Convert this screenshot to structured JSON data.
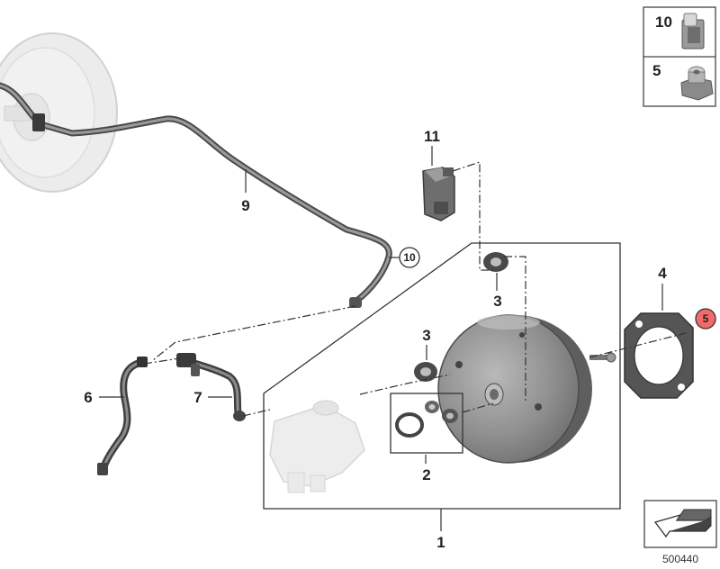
{
  "diagram": {
    "reference_number": "500440",
    "callouts": {
      "c1": "1",
      "c2": "2",
      "c3a": "3",
      "c3b": "3",
      "c4": "4",
      "c5": "5",
      "c6": "6",
      "c7": "7",
      "c9": "9",
      "c10": "10",
      "c11": "11"
    },
    "legend": {
      "item_top": "10",
      "item_bottom": "5"
    },
    "colors": {
      "highlight_circle": "#f26b6b",
      "part_gray": "#8e8e8e",
      "ghost_gray": "#e9e9e9",
      "line": "#333333"
    },
    "icons": [
      "clip-icon",
      "nut-icon",
      "direction-arrow-icon"
    ]
  }
}
